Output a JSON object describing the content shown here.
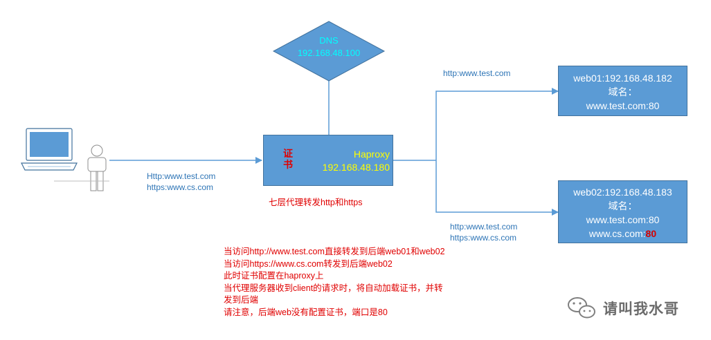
{
  "dns": {
    "title": "DNS",
    "ip": "192.168.48.100"
  },
  "haproxy": {
    "name": "Haproxy",
    "ip": "192.168.48.180",
    "cert_label": "证书",
    "caption": "七层代理转发http和https"
  },
  "client_links": [
    "Http:www.test.com",
    "https:www.cs.com"
  ],
  "web01": {
    "line1": "web01:192.168.48.182",
    "line2": "域名：",
    "line3": "www.test.com:80",
    "link_label": "http:www.test.com"
  },
  "web02": {
    "line1": "web02:192.168.48.183",
    "line2": "域名：",
    "line3": "www.test.com:80",
    "line4_prefix": "www.cs.com:",
    "line4_port": "80",
    "link_labels": [
      "http:www.test.com",
      "https:www.cs.com"
    ]
  },
  "notes": [
    "当访问http://www.test.com直接转发到后端web01和web02",
    "当访问https://www.cs.com转发到后端web02",
    "此时证书配置在haproxy上",
    "当代理服务器收到client的请求时，将自动加载证书，并转",
    "发到后端",
    "请注意，后端web没有配置证书，端口是80"
  ],
  "watermark": "请叫我水哥",
  "colors": {
    "node_fill": "#5b9bd5",
    "node_border": "#41719c",
    "line": "#5b9bd5",
    "dns_text": "#00ffff",
    "haproxy_text": "#ffff00",
    "note_text": "#e00000"
  }
}
